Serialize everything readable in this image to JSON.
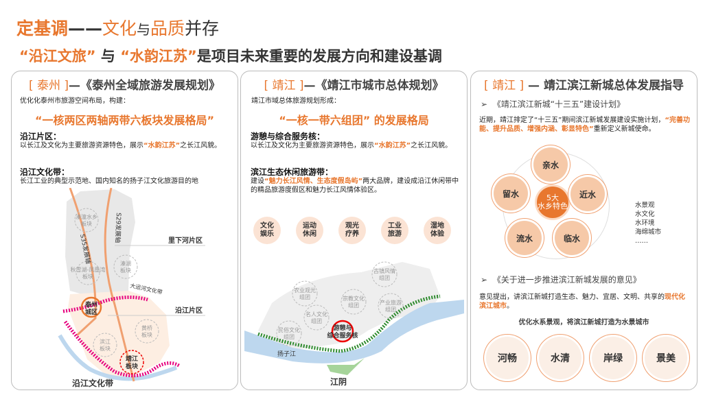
{
  "header": {
    "title_a": "定基调",
    "title_dash": "——",
    "title_b": "文化",
    "title_c": "与",
    "title_d": "品质",
    "title_e": "并存",
    "subtitle_q1": "“沿江文旅”",
    "subtitle_and": "与",
    "subtitle_q2": "“水韵江苏”",
    "subtitle_rest": "是项目未来重要的发展方向和建设基调"
  },
  "colors": {
    "accent": "#E8772E",
    "magenta": "#E6007E",
    "green": "#2E8B2E",
    "river": "#BDD7EE"
  },
  "panel1": {
    "tag": "[ 泰州 ]",
    "title": "—《泰州全域旅游发展规划》",
    "intro": "优化化泰州市旅游空间布局，构建：",
    "headline": "“一核两区两轴两带六板块发展格局”",
    "h1": "沿江片区：",
    "p1a": "以长江及文化为主要旅游资源特色，展示",
    "p1b": "“水韵江苏”",
    "p1c": "之长江风貌。",
    "h2": "沿江文化带：",
    "p2": "长江工业的典型示范地、国内知名的扬子江文化旅游目的地",
    "map": {
      "qintong": [
        "溱潼水乡",
        "板块"
      ],
      "s35": "S35发展轴",
      "s29": "S29发展轴",
      "lixiahe": "里下河片区",
      "qinhu": [
        "溱湖",
        "板块"
      ],
      "qiuxue": [
        "秋雪湖-凤凰湾",
        "板块"
      ],
      "canal": "大运河文化带",
      "taizhou": [
        "泰州",
        "城区"
      ],
      "yanjiang": "沿江片区",
      "huangqiao": [
        "黄桥",
        "板块"
      ],
      "binjiang": [
        "滨江",
        "板块"
      ],
      "jingjiang": [
        "靖江",
        "板块"
      ],
      "belt": "沿江文化带"
    }
  },
  "panel2": {
    "tag": "[ 靖江 ]",
    "title": "—《靖江市城市总体规划》",
    "intro": "靖江市域总体旅游规划形成：",
    "headline": "“一核一带六组团” 的发展格局",
    "h1": "游憩与综合服务核：",
    "p1a": "以长江及文化为主要旅游资源特色，展示",
    "p1b": "“水韵江苏”",
    "p1c": "之长江风貌。",
    "h2": "滨江生态休闲旅游带：",
    "p2a": "建设",
    "p2b": "“魅力长江风情、生态度假岛屿”",
    "p2c": "两大品牌，建设成沿江休闲带中的精品旅游度假区和魅力长江风情体验区。",
    "themes": [
      "文化娱乐",
      "运动休闲",
      "观光疗养",
      "工业旅游",
      "湿地体验"
    ],
    "map": {
      "guzhen": [
        "古镇风情",
        "组团"
      ],
      "nongye": [
        "农业观光",
        "组团"
      ],
      "zongjiao": [
        "宗教文化",
        "组团"
      ],
      "chanye": [
        "产业旅游",
        "组团"
      ],
      "mingren": [
        "名人文化",
        "组团"
      ],
      "minsu": [
        "民俗文化",
        "组团"
      ],
      "core": [
        "游憩与",
        "综合服务核"
      ],
      "river": "扬子江",
      "jiangyin": "江阴"
    }
  },
  "panel3": {
    "tag": "[ 靖江 ]",
    "title": "— 靖江滨江新城总体发展指导",
    "b1": "《靖江滨江新城“十三五”建设计划》",
    "p1a": "近期，靖江排定了“十三五”期间滨江新城发展建设实施计划，",
    "p1b": "“完善功能、提升品质、增强内涵、彰显特色”",
    "p1c": "重新定义新城使命。",
    "center": [
      "5大",
      "水乡特色"
    ],
    "petals": [
      "亲水",
      "留水",
      "近水",
      "流水",
      "临水"
    ],
    "list": [
      "水景观",
      "水文化",
      "水环境",
      "海绵城市",
      "……"
    ],
    "b2": "《关于进一步推进滨江新城发展的意见》",
    "p2a": "意见提出，讲滨江新城打造生态、魅力、宜居、文明、共享的",
    "p2b": "现代化滨江城市",
    "p2c": "。",
    "slogan": "优化水系景观，将滨江新城打造为水景城市",
    "goals": [
      "河畅",
      "水清",
      "岸绿",
      "景美"
    ]
  }
}
